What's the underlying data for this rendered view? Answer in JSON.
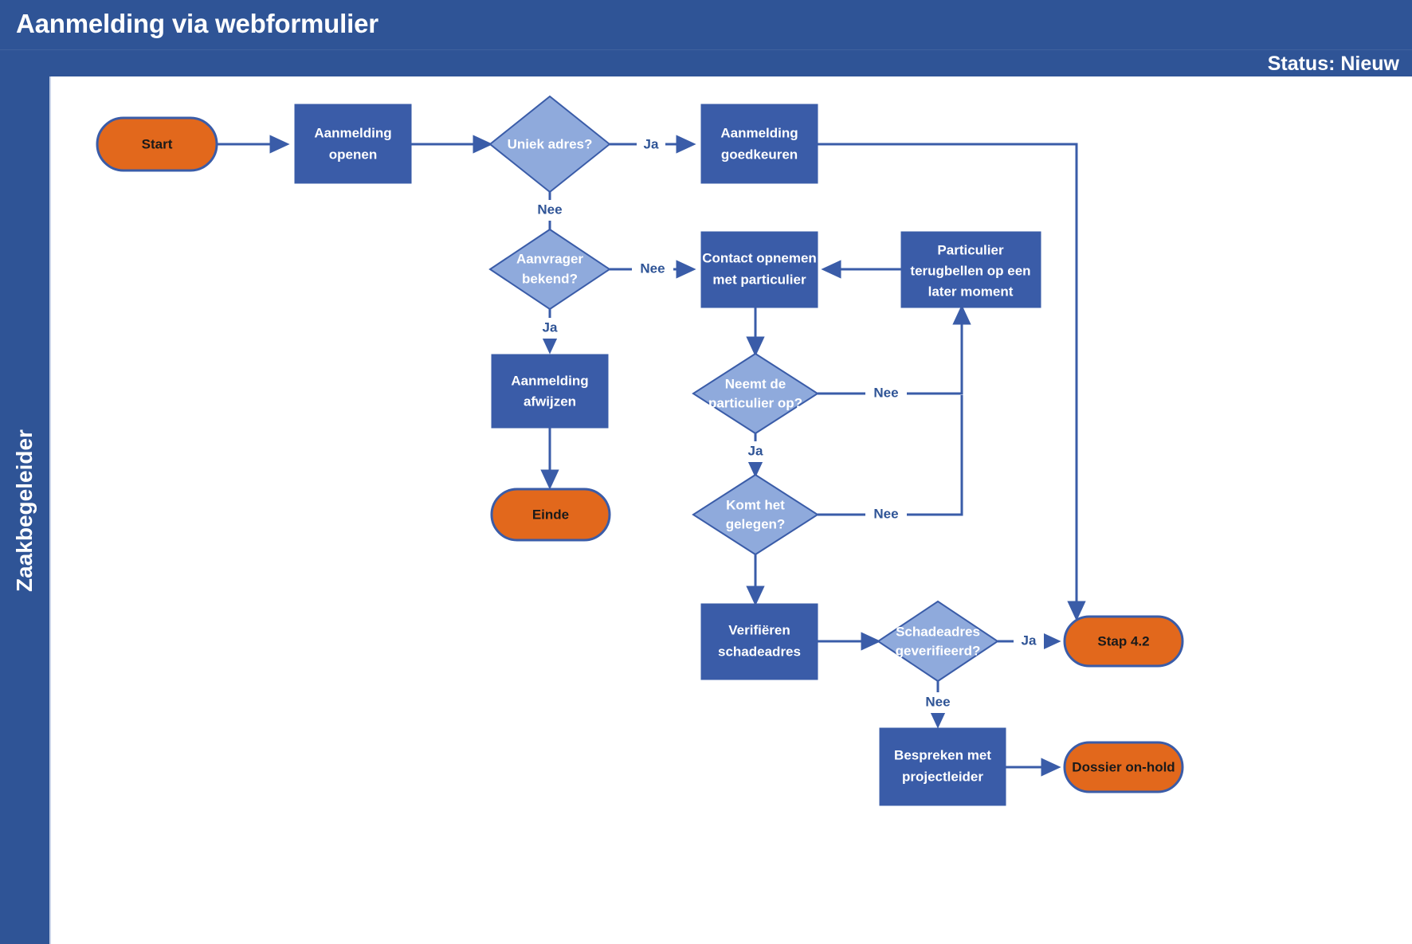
{
  "header": {
    "title": "Aanmelding via webformulier",
    "status_label": "Status: Nieuw",
    "band_color": "#2F5496"
  },
  "lane": {
    "label": "Zaakbegeleider"
  },
  "palette": {
    "process_fill": "#3A5CA8",
    "decision_fill": "#8FAADC",
    "terminator_fill": "#E2681C",
    "connector": "#3A5CA8",
    "header_blue": "#2F5496"
  },
  "chart_data": {
    "type": "diagram",
    "title": "Aanmelding via webformulier",
    "nodes": [
      {
        "id": "start",
        "kind": "terminator",
        "label": "Start"
      },
      {
        "id": "open",
        "kind": "process",
        "label_line1": "Aanmelding",
        "label_line2": "openen"
      },
      {
        "id": "uniek",
        "kind": "decision",
        "label_line1": "Uniek adres?",
        "label_line2": ""
      },
      {
        "id": "goedkeuren",
        "kind": "process",
        "label_line1": "Aanmelding",
        "label_line2": "goedkeuren"
      },
      {
        "id": "aanvrager",
        "kind": "decision",
        "label_line1": "Aanvrager",
        "label_line2": "bekend?"
      },
      {
        "id": "afwijzen",
        "kind": "process",
        "label_line1": "Aanmelding",
        "label_line2": "afwijzen"
      },
      {
        "id": "einde",
        "kind": "terminator",
        "label": "Einde"
      },
      {
        "id": "contact",
        "kind": "process",
        "label_line1": "Contact opnemen",
        "label_line2": "met particulier"
      },
      {
        "id": "terugbellen",
        "kind": "process",
        "label_line1": "Particulier",
        "label_line2": "terugbellen op een",
        "label_line3": "later moment"
      },
      {
        "id": "neemtop",
        "kind": "decision",
        "label_line1": "Neemt de",
        "label_line2": "particulier op?"
      },
      {
        "id": "gelegen",
        "kind": "decision",
        "label_line1": "Komt het",
        "label_line2": "gelegen?"
      },
      {
        "id": "verifieren",
        "kind": "process",
        "label_line1": "Verifiëren",
        "label_line2": "schadeadres"
      },
      {
        "id": "schadeadres",
        "kind": "decision",
        "label_line1": "Schadeadres",
        "label_line2": "geverifieerd?"
      },
      {
        "id": "stap42",
        "kind": "terminator",
        "label": "Stap 4.2"
      },
      {
        "id": "bespreken",
        "kind": "process",
        "label_line1": "Bespreken met",
        "label_line2": "projectleider"
      },
      {
        "id": "onhold",
        "kind": "terminator",
        "label": "Dossier on-hold"
      }
    ],
    "edges": [
      {
        "from": "start",
        "to": "open",
        "label": ""
      },
      {
        "from": "open",
        "to": "uniek",
        "label": ""
      },
      {
        "from": "uniek",
        "to": "goedkeuren",
        "label": "Ja"
      },
      {
        "from": "uniek",
        "to": "aanvrager",
        "label": "Nee"
      },
      {
        "from": "aanvrager",
        "to": "contact",
        "label": "Nee"
      },
      {
        "from": "aanvrager",
        "to": "afwijzen",
        "label": "Ja"
      },
      {
        "from": "afwijzen",
        "to": "einde",
        "label": ""
      },
      {
        "from": "goedkeuren",
        "to": "stap42",
        "label": ""
      },
      {
        "from": "terugbellen",
        "to": "contact",
        "label": ""
      },
      {
        "from": "contact",
        "to": "neemtop",
        "label": ""
      },
      {
        "from": "neemtop",
        "to": "terugbellen",
        "label": "Nee"
      },
      {
        "from": "neemtop",
        "to": "gelegen",
        "label": "Ja"
      },
      {
        "from": "gelegen",
        "to": "terugbellen",
        "label": "Nee"
      },
      {
        "from": "gelegen",
        "to": "verifieren",
        "label": ""
      },
      {
        "from": "verifieren",
        "to": "schadeadres",
        "label": ""
      },
      {
        "from": "schadeadres",
        "to": "stap42",
        "label": "Ja"
      },
      {
        "from": "schadeadres",
        "to": "bespreken",
        "label": "Nee"
      },
      {
        "from": "bespreken",
        "to": "onhold",
        "label": ""
      }
    ],
    "edge_labels": {
      "uniek_ja": "Ja",
      "uniek_nee": "Nee",
      "aanvrager_nee": "Nee",
      "aanvrager_ja": "Ja",
      "neemtop_nee": "Nee",
      "neemtop_ja": "Ja",
      "gelegen_nee": "Nee",
      "schadeadres_ja": "Ja",
      "schadeadres_nee": "Nee"
    }
  }
}
